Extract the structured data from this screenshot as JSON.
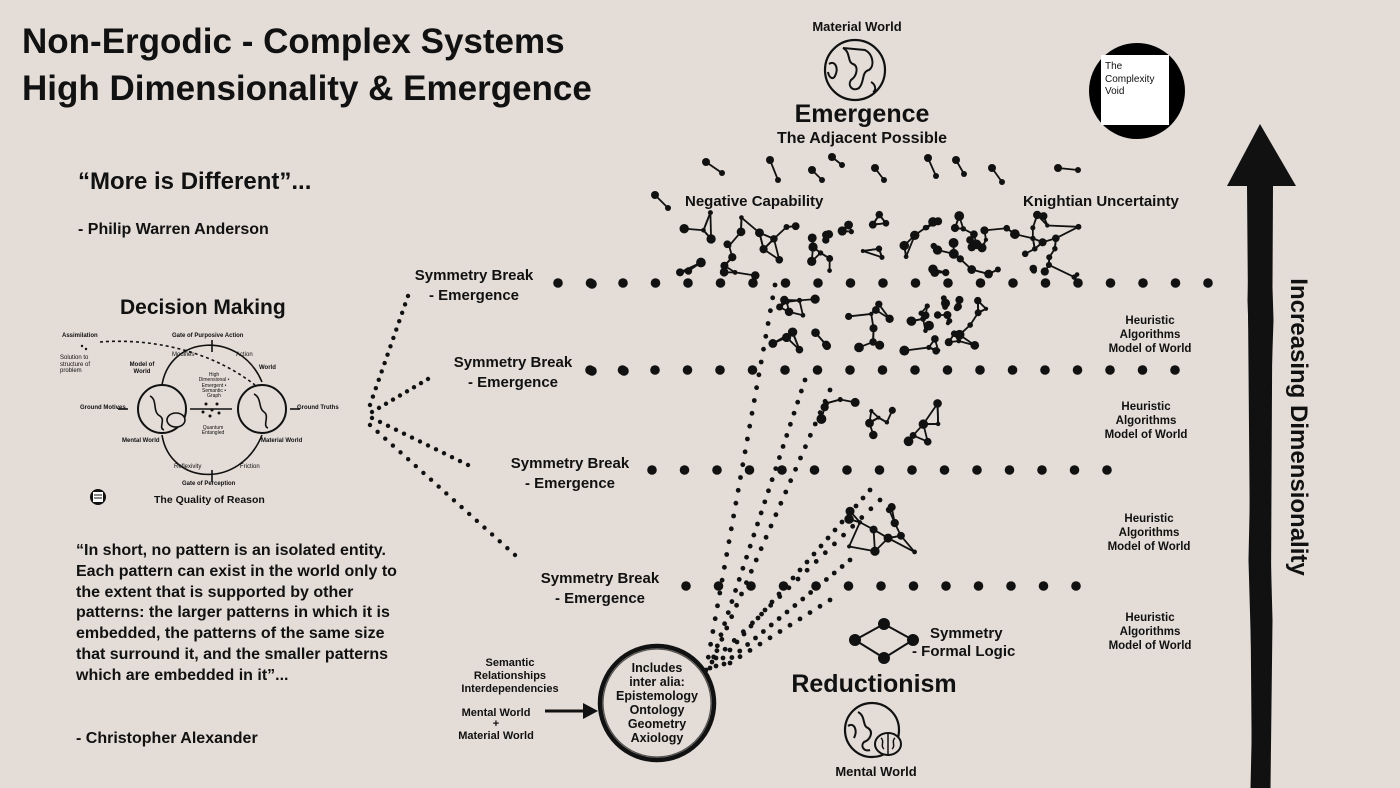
{
  "title_line1": "Non-Ergodic - Complex Systems",
  "title_line2": "High Dimensionality & Emergence",
  "quote_anderson": "“More is Different”...",
  "anderson_attr": "- Philip Warren Anderson",
  "decision_title": "Decision Making",
  "mini": {
    "assimilation": "Assimilation",
    "solution": "Solution to structure of problem",
    "gate_action": "Gate of Purposive Action",
    "modifies": "Modifies",
    "action": "Action",
    "model_of_world": "Model of World",
    "world": "World",
    "center": "High Dimensional • Emergent • Semantic • Graph",
    "quantum": "Quantum Entangled",
    "ground_motives": "Ground Motives",
    "ground_truths": "Ground Truths",
    "mental_world": "Mental World",
    "material_world": "Material World",
    "reflexivity": "Reflexivity",
    "friction": "Friction",
    "gate_perception": "Gate of Perception",
    "quality": "The Quality of Reason"
  },
  "alexander_quote": "“In short, no pattern is an isolated entity. Each pattern can exist in the world only to the extent that is supported by other patterns: the larger patterns in which it is embedded, the patterns of the same size that surround it, and the smaller patterns which are embedded in it”...",
  "alexander_attr": "- Christopher Alexander",
  "material_world_top": "Material World",
  "emergence": "Emergence",
  "adjacent_possible": "The Adjacent Possible",
  "negative_capability": "Negative Capability",
  "knightian": "Knightian Uncertainty",
  "logo_text": "The Complexity Void",
  "symmetry_breaks": [
    {
      "line1": "Symmetry Break",
      "line2": "- Emergence"
    },
    {
      "line1": "Symmetry Break",
      "line2": "- Emergence"
    },
    {
      "line1": "Symmetry Break",
      "line2": "- Emergence"
    },
    {
      "line1": "Symmetry Break",
      "line2": "- Emergence"
    }
  ],
  "heuristics": [
    {
      "l1": "Heuristic",
      "l2": "Algorithms",
      "l3": "Model of World"
    },
    {
      "l1": "Heuristic",
      "l2": "Algorithms",
      "l3": "Model of World"
    },
    {
      "l1": "Heuristic",
      "l2": "Algorithms",
      "l3": "Model of World"
    },
    {
      "l1": "Heuristic",
      "l2": "Algorithms",
      "l3": "Model of World"
    }
  ],
  "symmetry": "Symmetry",
  "formal_logic": "- Formal Logic",
  "reductionism": "Reductionism",
  "mental_world_bottom": "Mental World",
  "semantic": "Semantic",
  "relationships": "Relationships",
  "interdependencies": "Interdependencies",
  "mental_world_left": "Mental World",
  "plus": "+",
  "material_world_left": "Material World",
  "circle_text": [
    "Includes",
    "inter alia:",
    "Epistemology",
    "Ontology",
    "Geometry",
    "Axiology"
  ],
  "increasing": "Increasing Dimensionality"
}
